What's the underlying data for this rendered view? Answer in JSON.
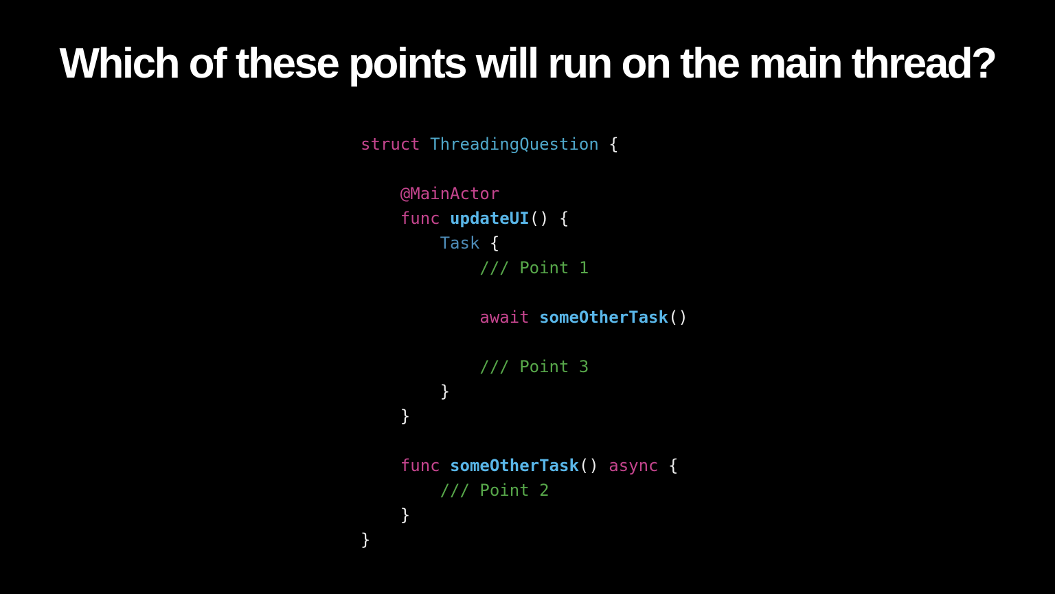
{
  "slide": {
    "title": "Which of these points will run on the main thread?",
    "background_color": "#000000",
    "title_color": "#FFFFFF"
  },
  "code": {
    "language": "swift",
    "colors": {
      "keyword": "#C5458E",
      "type_declaration": "#4FA7C9",
      "type": "#4E8CB8",
      "function": "#59B6E8",
      "comment": "#57A74A",
      "plain": "#EDEDED"
    },
    "lines": [
      {
        "tokens": [
          {
            "text": "struct",
            "style": "keyword"
          },
          {
            "text": " ",
            "style": "plain"
          },
          {
            "text": "ThreadingQuestion",
            "style": "type_declaration"
          },
          {
            "text": " {",
            "style": "plain"
          }
        ]
      },
      {
        "tokens": []
      },
      {
        "tokens": [
          {
            "text": "    ",
            "style": "plain"
          },
          {
            "text": "@MainActor",
            "style": "keyword"
          }
        ]
      },
      {
        "tokens": [
          {
            "text": "    ",
            "style": "plain"
          },
          {
            "text": "func",
            "style": "keyword"
          },
          {
            "text": " ",
            "style": "plain"
          },
          {
            "text": "updateUI",
            "style": "function"
          },
          {
            "text": "() {",
            "style": "plain"
          }
        ]
      },
      {
        "tokens": [
          {
            "text": "        ",
            "style": "plain"
          },
          {
            "text": "Task",
            "style": "type"
          },
          {
            "text": " {",
            "style": "plain"
          }
        ]
      },
      {
        "tokens": [
          {
            "text": "            ",
            "style": "plain"
          },
          {
            "text": "/// Point 1",
            "style": "comment"
          }
        ]
      },
      {
        "tokens": []
      },
      {
        "tokens": [
          {
            "text": "            ",
            "style": "plain"
          },
          {
            "text": "await",
            "style": "keyword"
          },
          {
            "text": " ",
            "style": "plain"
          },
          {
            "text": "someOtherTask",
            "style": "function"
          },
          {
            "text": "()",
            "style": "plain"
          }
        ]
      },
      {
        "tokens": []
      },
      {
        "tokens": [
          {
            "text": "            ",
            "style": "plain"
          },
          {
            "text": "/// Point 3",
            "style": "comment"
          }
        ]
      },
      {
        "tokens": [
          {
            "text": "        }",
            "style": "plain"
          }
        ]
      },
      {
        "tokens": [
          {
            "text": "    }",
            "style": "plain"
          }
        ]
      },
      {
        "tokens": []
      },
      {
        "tokens": [
          {
            "text": "    ",
            "style": "plain"
          },
          {
            "text": "func",
            "style": "keyword"
          },
          {
            "text": " ",
            "style": "plain"
          },
          {
            "text": "someOtherTask",
            "style": "function"
          },
          {
            "text": "() ",
            "style": "plain"
          },
          {
            "text": "async",
            "style": "keyword"
          },
          {
            "text": " {",
            "style": "plain"
          }
        ]
      },
      {
        "tokens": [
          {
            "text": "        ",
            "style": "plain"
          },
          {
            "text": "/// Point 2",
            "style": "comment"
          }
        ]
      },
      {
        "tokens": [
          {
            "text": "    }",
            "style": "plain"
          }
        ]
      },
      {
        "tokens": [
          {
            "text": "}",
            "style": "plain"
          }
        ]
      }
    ]
  }
}
